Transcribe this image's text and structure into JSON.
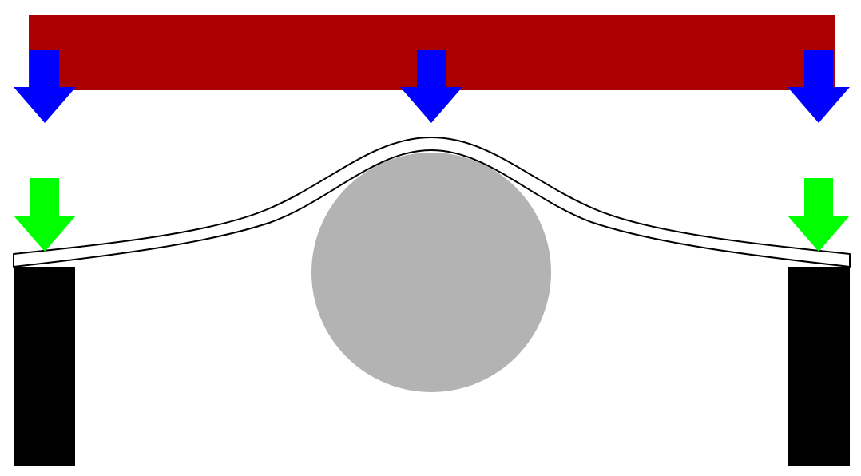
{
  "diagram": {
    "description_text": "",
    "colors": {
      "background": "#ffffff",
      "top_plate": "#aa0000",
      "applied_force_arrow": "#0000ff",
      "reaction_force_arrow": "#00ff00",
      "support_post": "#000000",
      "roller": "#b3b3b3",
      "beam_fill": "#ffffff",
      "beam_outline": "#000000"
    },
    "applied_force_arrows": [
      {
        "id": "left",
        "icon": "down-arrow-icon"
      },
      {
        "id": "center",
        "icon": "down-arrow-icon"
      },
      {
        "id": "right",
        "icon": "down-arrow-icon"
      }
    ],
    "reaction_force_arrows": [
      {
        "id": "left",
        "icon": "down-arrow-icon"
      },
      {
        "id": "right",
        "icon": "down-arrow-icon"
      }
    ],
    "supports": [
      {
        "id": "left"
      },
      {
        "id": "right"
      }
    ]
  }
}
